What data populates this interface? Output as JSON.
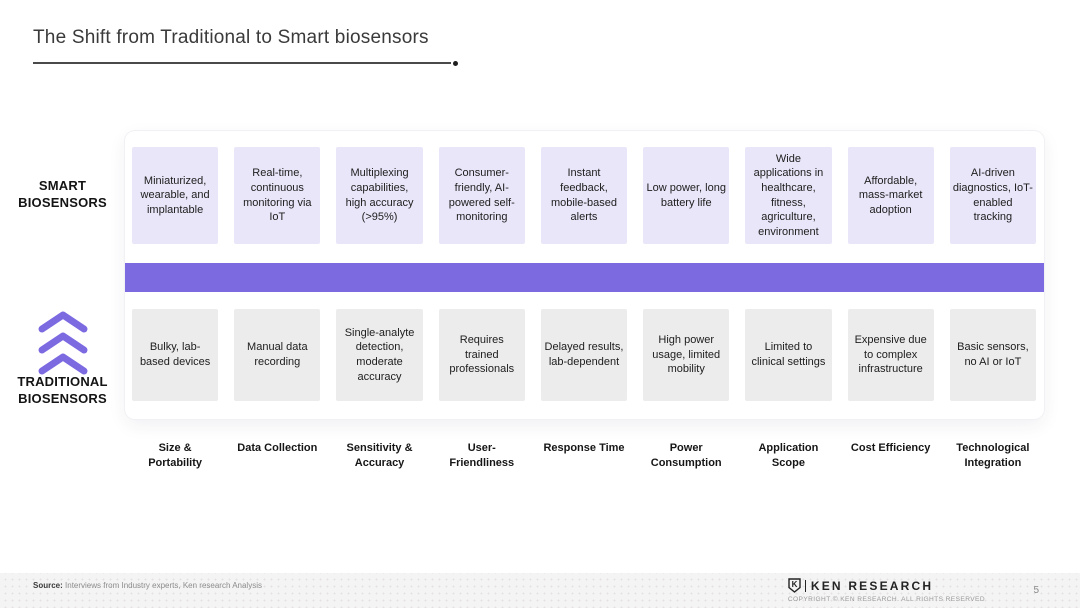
{
  "slide": {
    "title": "The Shift from Traditional to Smart biosensors",
    "page_number": "5"
  },
  "rows": {
    "smart": {
      "label": "SMART BIOSENSORS",
      "cards": [
        "Miniaturized, wearable, and implantable",
        "Real-time, continuous monitoring via IoT",
        "Multiplexing capabilities, high accuracy (>95%)",
        "Consumer-friendly, AI-powered self-monitoring",
        "Instant feedback, mobile-based alerts",
        "Low power, long battery life",
        "Wide applications in healthcare, fitness, agriculture, environment",
        "Affordable, mass-market adoption",
        "AI-driven diagnostics, IoT-enabled tracking"
      ]
    },
    "traditional": {
      "label": "TRADITIONAL BIOSENSORS",
      "cards": [
        "Bulky, lab-based devices",
        "Manual data recording",
        "Single-analyte detection, moderate accuracy",
        "Requires trained professionals",
        "Delayed results, lab-dependent",
        "High power usage, limited mobility",
        "Limited to clinical settings",
        "Expensive due to complex infrastructure",
        "Basic sensors, no AI or IoT"
      ]
    }
  },
  "categories": [
    "Size & Portability",
    "Data Collection",
    "Sensitivity & Accuracy",
    "User-Friendliness",
    "Response Time",
    "Power Consumption",
    "Application Scope",
    "Cost Efficiency",
    "Technological Integration"
  ],
  "footer": {
    "source_label": "Source:",
    "source_text": " Interviews from Industry experts, Ken research Analysis",
    "brand_letter": "K",
    "brand_name": "KEN RESEARCH",
    "copyright": "COPYRIGHT © KEN RESEARCH. ALL RIGHTS RESERVED"
  },
  "colors": {
    "accent_purple": "#7c6ae1",
    "smart_card_bg": "#e9e6f9",
    "traditional_card_bg": "#edecec"
  }
}
